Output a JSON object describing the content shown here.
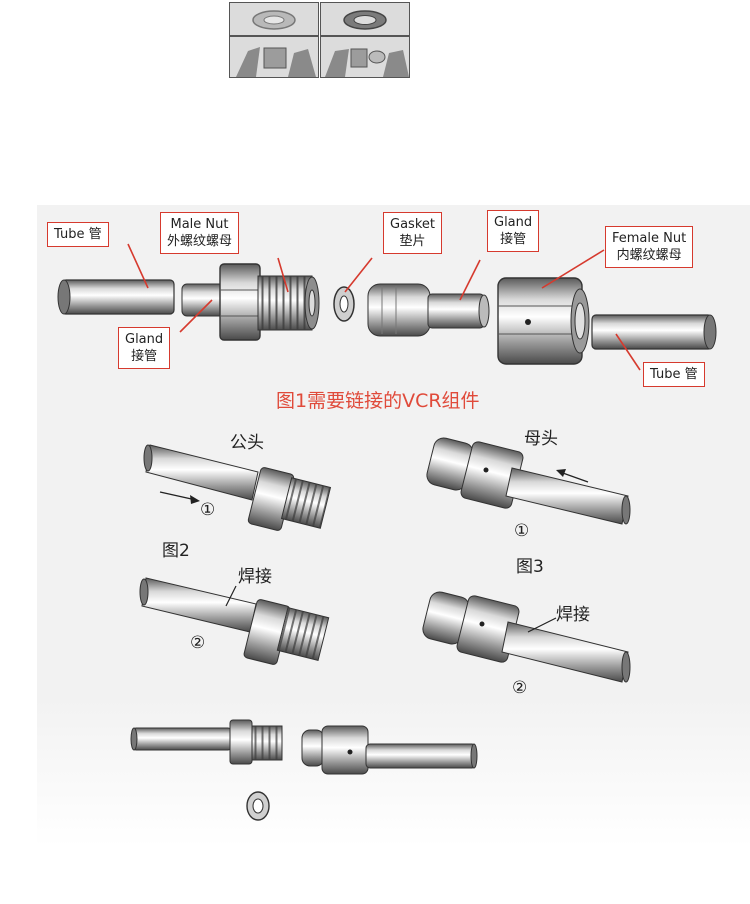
{
  "callouts": {
    "tube_left": {
      "text": "Tube 管"
    },
    "male_nut": {
      "line1": "Male Nut",
      "line2": "外螺纹螺母"
    },
    "gland_lower": {
      "line1": "Gland",
      "line2": "接管"
    },
    "gasket": {
      "line1": "Gasket",
      "line2": "垫片"
    },
    "gland_upper": {
      "line1": "Gland",
      "line2": "接管"
    },
    "female_nut": {
      "line1": "Female Nut",
      "line2": "内螺纹螺母"
    },
    "tube_right": {
      "text": "Tube 管"
    }
  },
  "caption_fig1": "图1需要链接的VCR组件",
  "labels": {
    "male_head": "公头",
    "female_head": "母头",
    "step1_left": "①",
    "step1_right": "①",
    "fig2": "图2",
    "fig3": "图3",
    "weld_left": "焊接",
    "weld_right": "焊接",
    "step2_left": "②",
    "step2_right": "②"
  },
  "colors": {
    "callout_border": "#d63a2e",
    "caption_red": "#e04a3a"
  }
}
